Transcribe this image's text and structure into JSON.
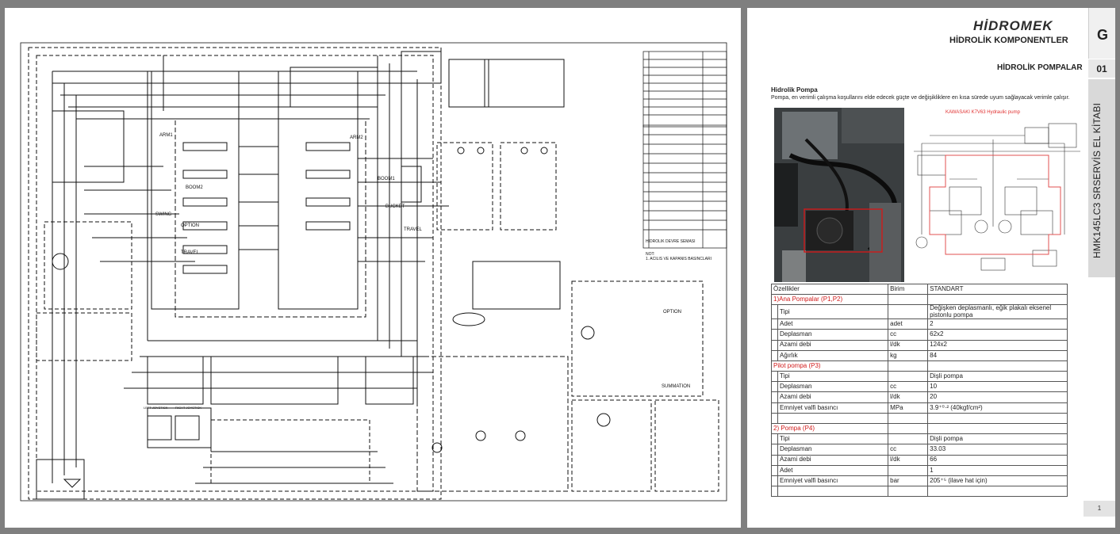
{
  "right_page": {
    "brand": "HİDROMEK",
    "section_title": "HİDROLİK KOMPONENTLER",
    "tab_letter": "G",
    "subsection_title": "HİDROLİK POMPALAR",
    "subsection_number": "01",
    "side_text": "HMK145LC3 SRSERVİS EL KİTABI",
    "intro_heading": "Hidrolik Pompa",
    "intro_text": "Pompa, en verimli çalışma koşullarını elde edecek güçte ve değişikliklere en kısa sürede uyum sağlayacak verimle çalışır.",
    "schematic_caption": "KAWASAKI K7V63 Hydraulic pump",
    "page_number": "1",
    "table": {
      "headers": [
        "Özellikler",
        "Birim",
        "STANDART"
      ],
      "rows": [
        {
          "type": "group",
          "label": "1)Ana Pompalar (P1,P2)",
          "unit": "",
          "value": ""
        },
        {
          "type": "item",
          "label": "Tipi",
          "unit": "",
          "value": "Değişken deplasmanlı, eğik plakalı eksenel pistonlu pompa"
        },
        {
          "type": "item",
          "label": "Adet",
          "unit": "adet",
          "value": "2"
        },
        {
          "type": "item",
          "label": "Deplasman",
          "unit": "cc",
          "value": "62x2"
        },
        {
          "type": "item",
          "label": "Azami debi",
          "unit": "l/dk",
          "value": "124x2"
        },
        {
          "type": "item",
          "label": "Ağırlık",
          "unit": "kg",
          "value": "84"
        },
        {
          "type": "group",
          "label": "Pilot pompa (P3)",
          "unit": "",
          "value": ""
        },
        {
          "type": "item",
          "label": "Tipi",
          "unit": "",
          "value": "Dişli pompa"
        },
        {
          "type": "item",
          "label": "Deplasman",
          "unit": "cc",
          "value": "10"
        },
        {
          "type": "item",
          "label": "Azami debi",
          "unit": "l/dk",
          "value": "20"
        },
        {
          "type": "item",
          "label": "Emniyet valfi basıncı",
          "unit": "MPa",
          "value": "3.9⁺⁰·² (40kgf/cm²)"
        },
        {
          "type": "blank",
          "label": "",
          "unit": "",
          "value": ""
        },
        {
          "type": "group",
          "label": "2) Pompa (P4)",
          "unit": "",
          "value": ""
        },
        {
          "type": "item",
          "label": "Tipi",
          "unit": "",
          "value": "Dişli pompa"
        },
        {
          "type": "item",
          "label": "Deplasman",
          "unit": "cc",
          "value": "33.03"
        },
        {
          "type": "item",
          "label": "Azami debi",
          "unit": "l/dk",
          "value": "66"
        },
        {
          "type": "item",
          "label": "Adet",
          "unit": "",
          "value": "1"
        },
        {
          "type": "item",
          "label": "Emniyet valfi basıncı",
          "unit": "bar",
          "value": "205⁺⁵ (ilave hat için)"
        },
        {
          "type": "blank",
          "label": "",
          "unit": "",
          "value": ""
        }
      ]
    }
  },
  "left_page": {
    "labels": {
      "arm1": "ARM1",
      "arm2": "ARM2",
      "boom1": "BOOM1",
      "boom2": "BOOM2",
      "swing": "SWING",
      "option": "OPTION",
      "travel_valve": "TRAVEL",
      "bucket": "BUCKET",
      "travel": "TRAVEL",
      "summation": "SUMMATION",
      "option_right": "OPTION",
      "left_joystick": "LEFT JOYSTICK",
      "right_joystick": "RIGHT JOYSTICK"
    }
  },
  "colors": {
    "viewer_bg": "#7f7f7f",
    "line": "#111111",
    "accent_red": "#d01a1a",
    "schematic_red": "#e05050"
  }
}
